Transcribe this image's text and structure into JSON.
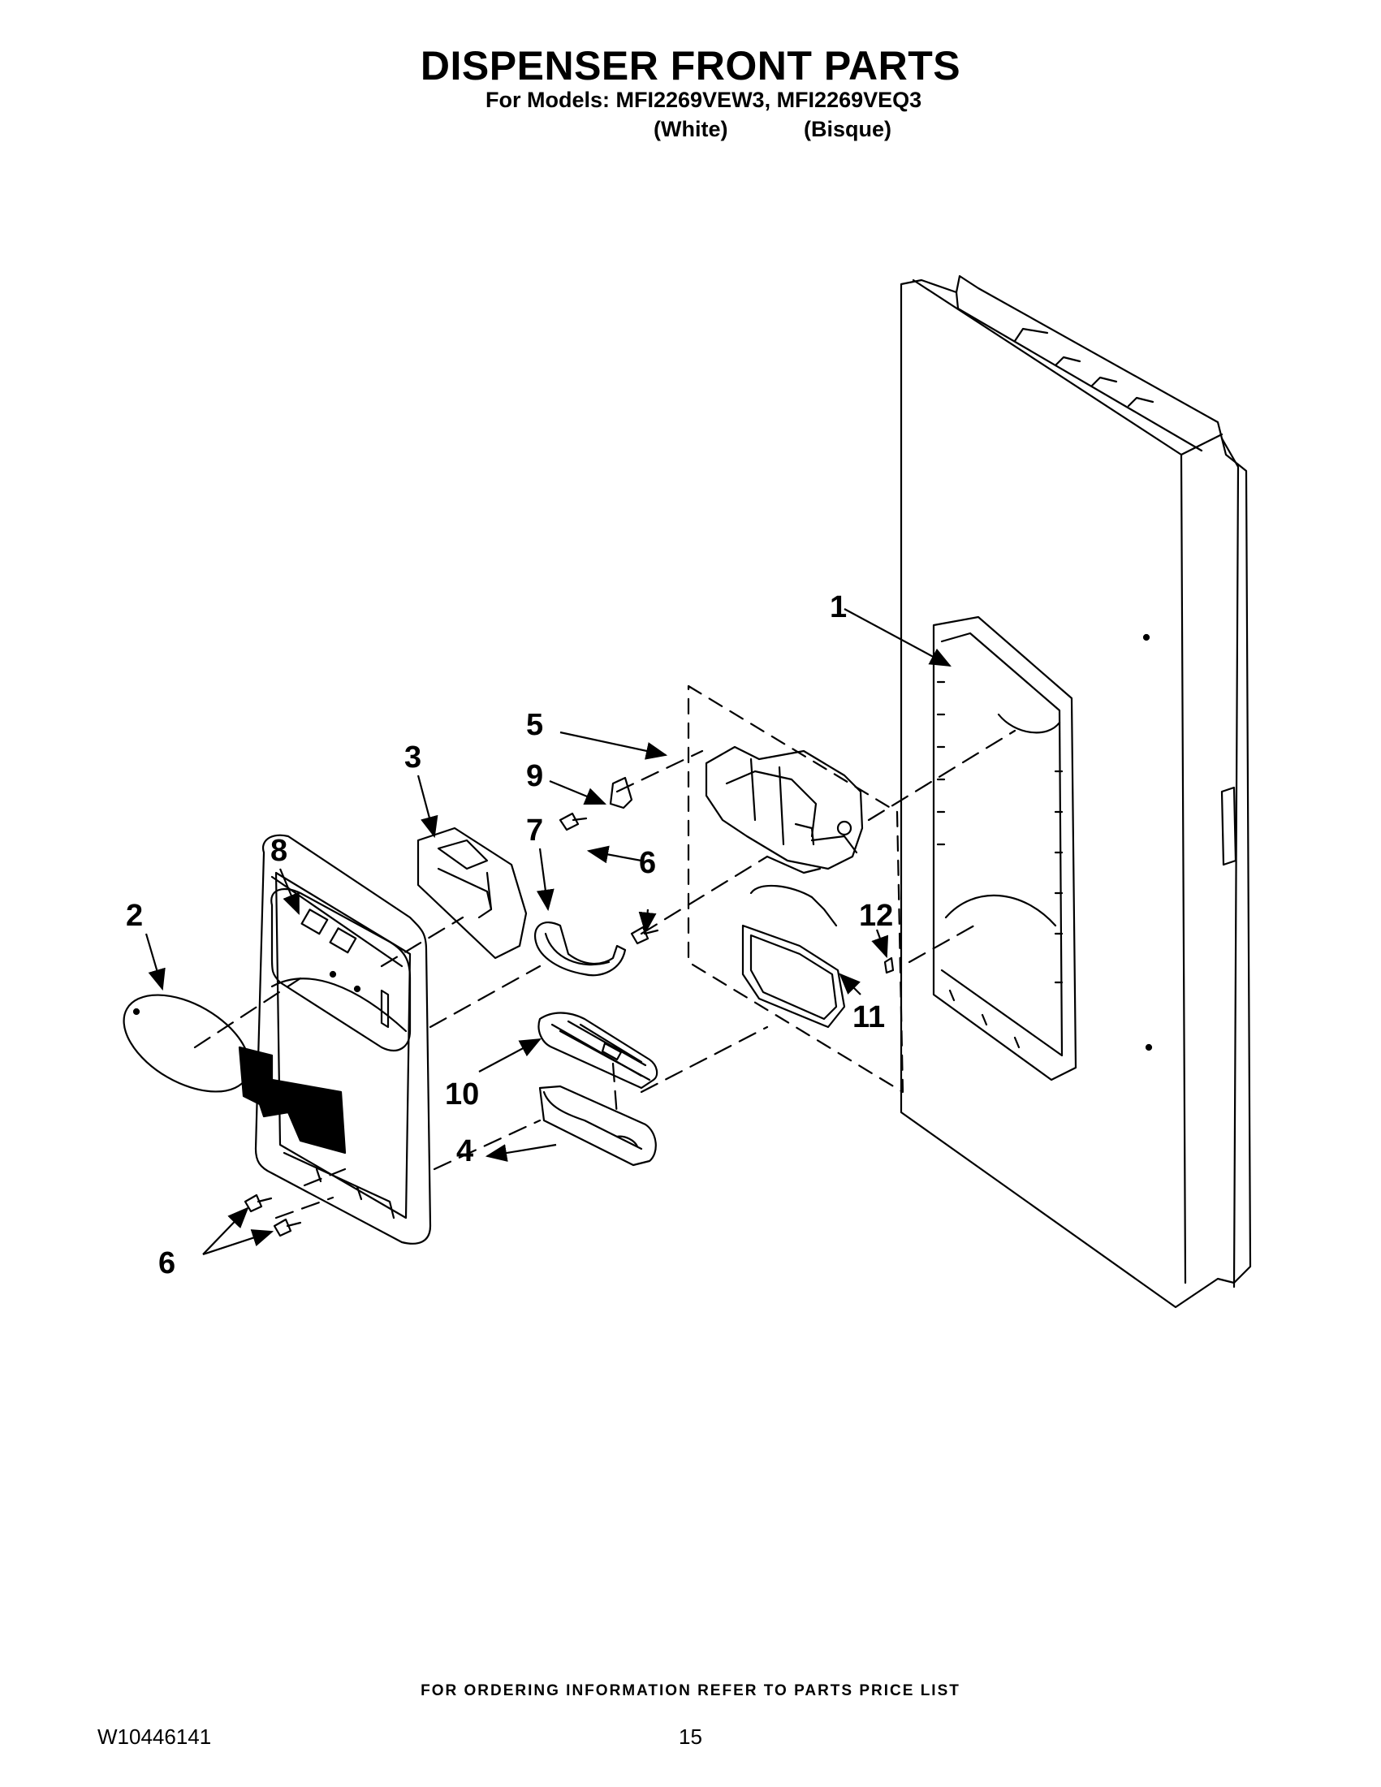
{
  "header": {
    "title": "DISPENSER FRONT PARTS",
    "models_line": "For Models: MFI2269VEW3, MFI2269VEQ3",
    "variant_1": "(White)",
    "variant_2": "(Bisque)"
  },
  "callouts": {
    "c1": "1",
    "c2": "2",
    "c3": "3",
    "c4": "4",
    "c5": "5",
    "c6a": "6",
    "c6b": "6",
    "c6c": "6",
    "c7": "7",
    "c8": "8",
    "c9": "9",
    "c10": "10",
    "c11": "11",
    "c12": "12"
  },
  "footer": {
    "note": "FOR ORDERING INFORMATION REFER TO PARTS PRICE LIST",
    "doc_id": "W10446141",
    "page": "15"
  }
}
